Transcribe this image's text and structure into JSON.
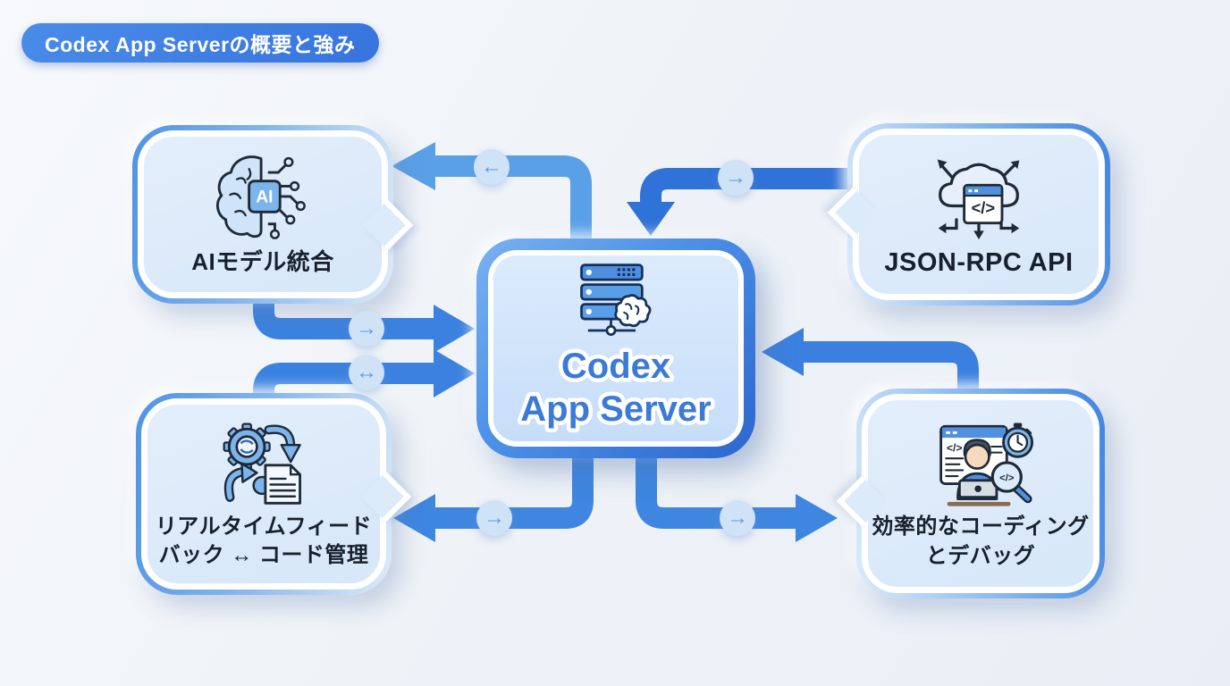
{
  "title": "Codex App Serverの概要と強み",
  "center": {
    "id": "codex-app-server",
    "lines": [
      "Codex",
      "App Server"
    ]
  },
  "nodes": [
    {
      "id": "ai-model-integration",
      "lines": [
        "AIモデル統合"
      ]
    },
    {
      "id": "json-rpc-api",
      "lines": [
        "JSON-RPC API"
      ]
    },
    {
      "id": "realtime-feedback-code",
      "lines": [
        "リアルタイムフィード",
        "バック ↔ コード管理"
      ]
    },
    {
      "id": "efficient-coding-debug",
      "lines": [
        "効率的なコーディング",
        "とデバッグ"
      ]
    }
  ],
  "connector_badges": [
    {
      "id": "badge-center-to-ai",
      "glyph": "←"
    },
    {
      "id": "badge-jsonrpc-to-center",
      "glyph": "→"
    },
    {
      "id": "badge-ai-to-center",
      "glyph": "→"
    },
    {
      "id": "badge-feedback-center-bidirectional",
      "glyph": "↔"
    },
    {
      "id": "badge-center-to-feedback",
      "glyph": "→"
    },
    {
      "id": "badge-center-to-coding",
      "glyph": "→"
    }
  ],
  "icon_text": {
    "ai_chip": "AI",
    "code_glyph": "</>"
  },
  "colors": {
    "title_bg": "#3d7ce2",
    "arrow_blue": "#3b82e0",
    "arrow_light": "#5aa0e6",
    "arrow_dark": "#2f72d8",
    "badge_bg": "#cfe2f6",
    "badge_glyph": "#5b9fe2",
    "bubble_fill": "#dcebfa",
    "bubble_ring": "#4f93e4",
    "center_text": "#3c7ad8",
    "label_text": "#17202c"
  }
}
